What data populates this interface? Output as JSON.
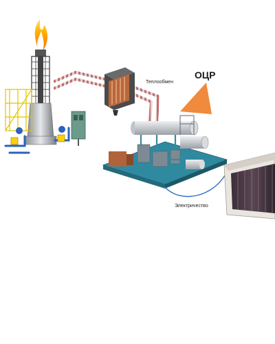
{
  "labels": {
    "heat_exchange": "Теплообмен",
    "orc": "ОЦР",
    "electricity": "Электричество"
  },
  "icons": {
    "flare": "flare-stack-icon",
    "exchanger": "heat-exchanger-icon",
    "orc_unit": "orc-unit-icon",
    "battery": "battery-storage-icon"
  },
  "colors": {
    "flame": "#f5a623",
    "heat_pipe": "#c96a6a",
    "orc_triangle": "#f08a3c",
    "electric_line": "#2f6fc0",
    "orc_unit_base": "#2f8aa0",
    "heat_exchanger_core": "#c66a3a"
  }
}
